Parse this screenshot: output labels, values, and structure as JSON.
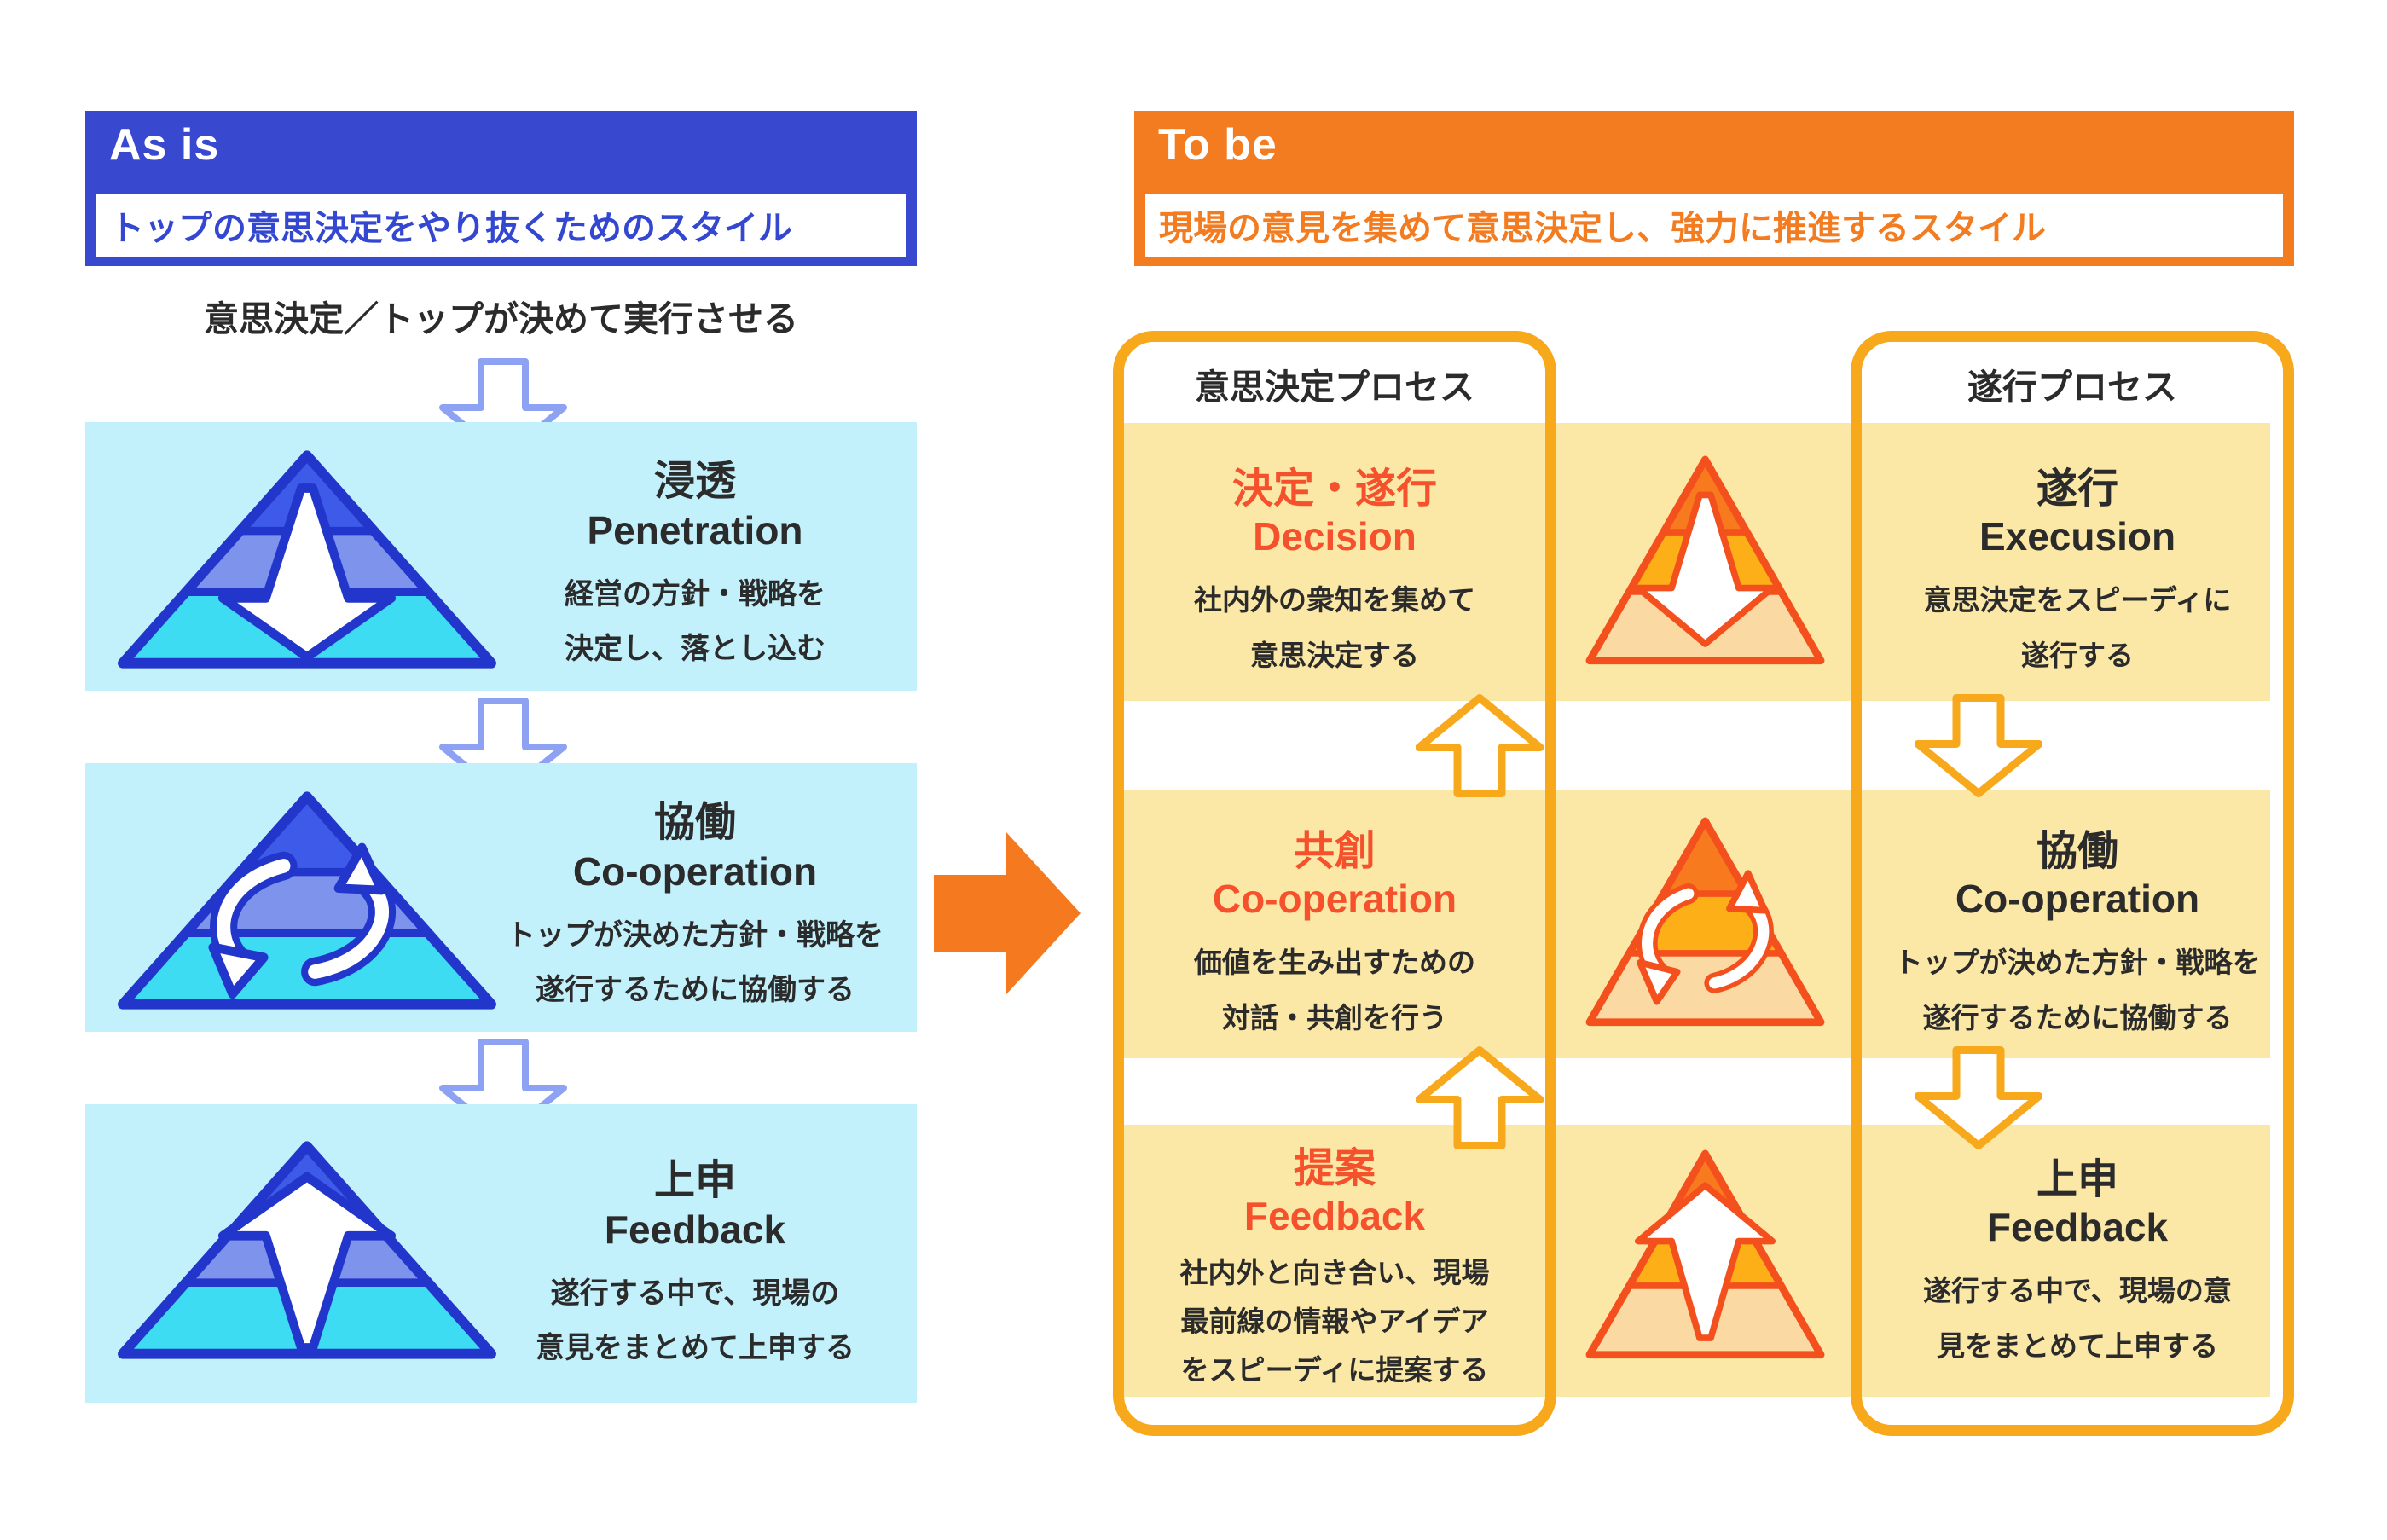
{
  "colors": {
    "blue_header": "#3949CF",
    "blue_text": "#3347D1",
    "cyan_box": "#C2F0FB",
    "pyramid_blue_border": "#2336CB",
    "pyramid_blue_top": "#3D5BE8",
    "pyramid_blue_mid": "#7E93EC",
    "pyramid_blue_bottom": "#3EDCF2",
    "connector_blue": "#8DA2F2",
    "orange_header": "#F37B20",
    "rounded_border": "#F8A81B",
    "band_bg": "#FBE8A6",
    "cell_title_orange": "#F4512C",
    "pyramid_orange_border": "#F4501E",
    "pyramid_orange_top": "#F87A1F",
    "pyramid_orange_mid": "#FCAF17",
    "pyramid_orange_bottom": "#FAD9A3",
    "big_arrow": "#F5791F",
    "dark_text": "#2B2B2B"
  },
  "as_is": {
    "header_label": "As is",
    "header_sub": "トップの意思決定をやり抜くためのスタイル",
    "caption": "意思決定／トップが決めて実行させる",
    "boxes": [
      {
        "title_ja": "浸透",
        "title_en": "Penetration",
        "body_lines": [
          "経営の方針・戦略を",
          "決定し、落とし込む"
        ],
        "icon": "pyramid-down-arrow"
      },
      {
        "title_ja": "協働",
        "title_en": "Co-operation",
        "body_lines": [
          "トップが決めた方針・戦略を",
          "遂行するために協働する"
        ],
        "icon": "pyramid-cycle-arrows"
      },
      {
        "title_ja": "上申",
        "title_en": "Feedback",
        "body_lines": [
          "遂行する中で、現場の",
          "意見をまとめて上申する"
        ],
        "icon": "pyramid-up-arrow"
      }
    ]
  },
  "to_be": {
    "header_label": "To be",
    "header_sub": "現場の意見を集めて意思決定し、強力に推進するスタイル",
    "decision_process": {
      "header": "意思決定プロセス",
      "cells": [
        {
          "title_ja": "決定・遂行",
          "title_en": "Decision",
          "body_lines": [
            "社内外の衆知を集めて",
            "意思決定する"
          ]
        },
        {
          "title_ja": "共創",
          "title_en": "Co-operation",
          "body_lines": [
            "価値を生み出すための",
            "対話・共創を行う"
          ]
        },
        {
          "title_ja": "提案",
          "title_en": "Feedback",
          "body_lines": [
            "社内外と向き合い、現場",
            "最前線の情報やアイデア",
            "をスピーディに提案する"
          ]
        }
      ]
    },
    "execution_process": {
      "header": "遂行プロセス",
      "cells": [
        {
          "title_ja": "遂行",
          "title_en": "Execusion",
          "body_lines": [
            "意思決定をスピーディに",
            "遂行する"
          ]
        },
        {
          "title_ja": "協働",
          "title_en": "Co-operation",
          "body_lines": [
            "トップが決めた方針・戦略を",
            "遂行するために協働する"
          ]
        },
        {
          "title_ja": "上申",
          "title_en": "Feedback",
          "body_lines": [
            "遂行する中で、現場の意",
            "見をまとめて上申する"
          ]
        }
      ]
    }
  }
}
